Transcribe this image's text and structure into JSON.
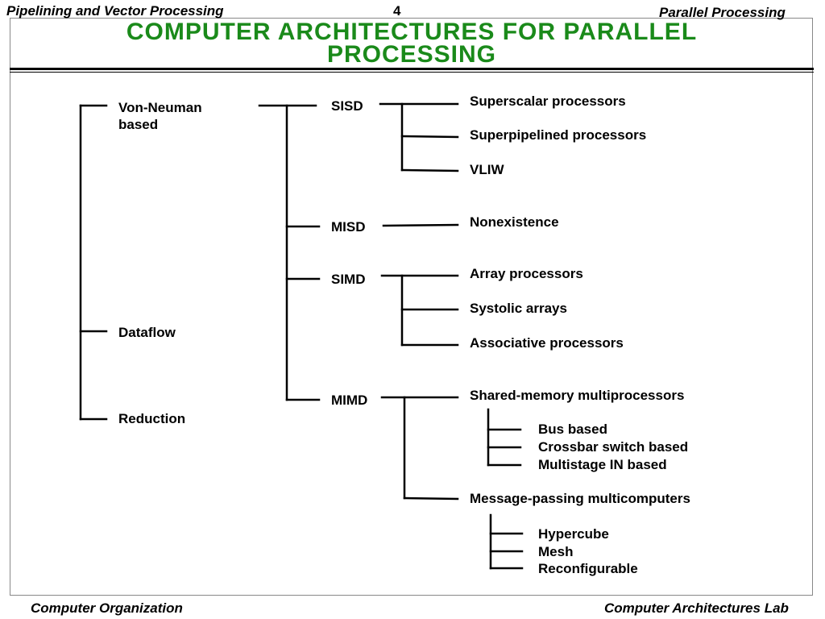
{
  "header": {
    "left": "Pipelining and Vector Processing",
    "page_number": "4",
    "right": "Parallel Processing"
  },
  "title": {
    "line1": "COMPUTER  ARCHITECTURES  FOR  PARALLEL",
    "line2": "PROCESSING"
  },
  "tree": {
    "level1": {
      "von_neuman": "Von-Neuman",
      "von_neuman_2": "based",
      "dataflow": "Dataflow",
      "reduction": "Reduction"
    },
    "level2": {
      "sisd": "SISD",
      "misd": "MISD",
      "simd": "SIMD",
      "mimd": "MIMD"
    },
    "sisd_children": [
      "Superscalar processors",
      "Superpipelined processors",
      "VLIW"
    ],
    "misd_children": [
      "Nonexistence"
    ],
    "simd_children": [
      "Array processors",
      "Systolic arrays",
      "Associative processors"
    ],
    "mimd_children": {
      "shared": "Shared-memory multiprocessors",
      "shared_children": [
        "Bus based",
        "Crossbar switch based",
        "Multistage IN based"
      ],
      "message": "Message-passing multicomputers",
      "message_children": [
        "Hypercube",
        "Mesh",
        "Reconfigurable"
      ]
    }
  },
  "footer": {
    "left": "Computer Organization",
    "right": "Computer Architectures Lab"
  }
}
